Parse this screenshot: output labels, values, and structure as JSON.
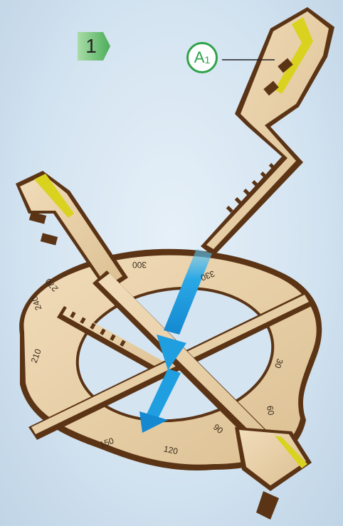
{
  "step": {
    "number": "1"
  },
  "callout": {
    "letter": "A",
    "index": "1"
  },
  "dial_labels": [
    "300",
    "330",
    "30",
    "60",
    "90",
    "120",
    "150",
    "210",
    "240",
    "270"
  ],
  "colors": {
    "background": "#d4e4f1",
    "badge_green": "#4cae5a",
    "callout_green": "#2fa24a",
    "wood_light": "#e8cfa8",
    "wood_edge": "#5b3415",
    "accent_yellow": "#d9d21f",
    "arrow_blue": "#1f9ee0"
  },
  "icons": {
    "direction_arrow": "arrow-down-icon",
    "step_badge": "step-badge-icon"
  }
}
